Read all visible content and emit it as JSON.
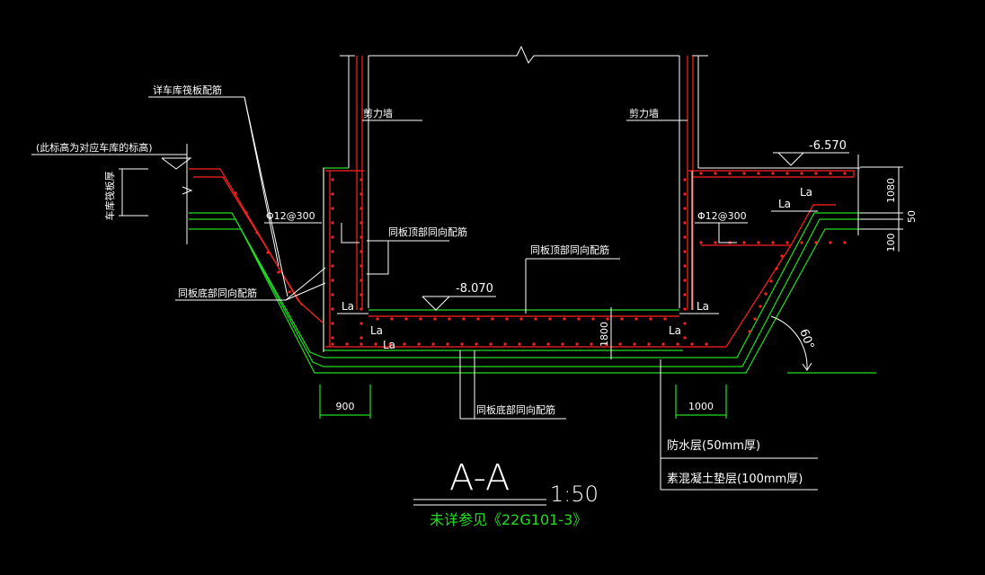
{
  "labels": {
    "garage_slab_rebar": "详车库筏板配筋",
    "garage_elevation_note": "(此标高为对应车库的标高)",
    "garage_slab_thickness": "车库筏板厚",
    "shear_wall_left": "剪力墙",
    "shear_wall_right": "剪力墙",
    "rebar_left": "Φ12@300",
    "rebar_right": "Φ12@300",
    "top_same_dir": "同板顶部同向配筋",
    "top_same_dir_center": "同板顶部同向配筋",
    "bottom_same_dir_left": "同板底部同向配筋",
    "bottom_same_dir_center": "同板底部同向配筋",
    "elev_right": "-6.570",
    "elev_pit": "-8.070",
    "la": "La",
    "angle": "60°",
    "waterproof": "防水层(50mm厚)",
    "concrete_pad": "素混凝土垫层(100mm厚)"
  },
  "dimensions": {
    "left_width": "900",
    "right_width": "1000",
    "pit_depth": "1800",
    "right_slab": "1080",
    "right_layer_a": "50",
    "right_layer_b": "100"
  },
  "title": {
    "section": "A-A",
    "scale": "1:50",
    "note": "未详参见《22G101-3》"
  },
  "colors": {
    "background": "#000000",
    "concrete_outline": "#ffffff",
    "layer_lines": "#22dd22",
    "rebar": "#ff2222"
  }
}
